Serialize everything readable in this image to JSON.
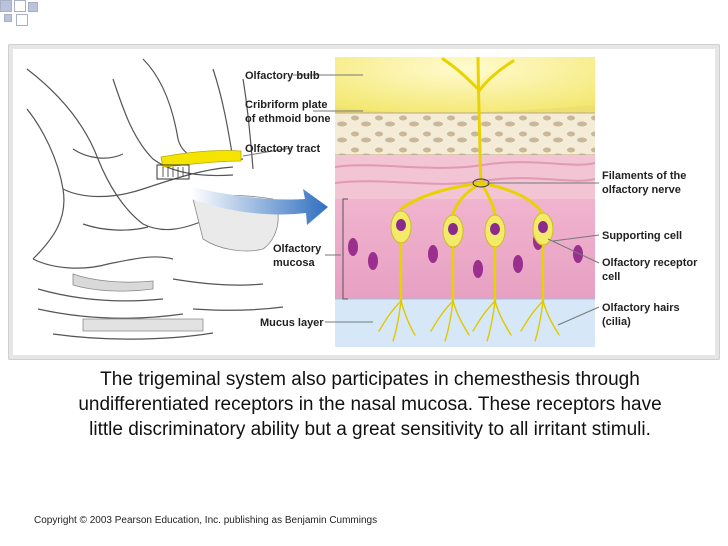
{
  "diagram": {
    "labels": {
      "olfactory_bulb": "Olfactory bulb",
      "cribriform_line1": "Cribriform plate",
      "cribriform_line2": "of ethmoid bone",
      "olfactory_tract": "Olfactory tract",
      "mucosa_line1": "Olfactory",
      "mucosa_line2": "mucosa",
      "mucus_layer": "Mucus layer",
      "filaments_line1": "Filaments of the",
      "filaments_line2": "olfactory nerve",
      "supporting_cell": "Supporting cell",
      "receptor_line1": "Olfactory receptor",
      "receptor_line2": "cell",
      "hairs_line1": "Olfactory hairs",
      "hairs_line2": "(cilia)"
    }
  },
  "caption": {
    "line1": "The trigeminal system also participates in chemesthesis through",
    "line2": "undifferentiated receptors in the nasal mucosa. These receptors have",
    "line3": "little discriminatory ability but a great sensitivity to all irritant stimuli."
  },
  "copyright": "Copyright © 2003 Pearson Education, Inc. publishing as Benjamin Cummings",
  "colors": {
    "bulb": "#f7ef8a",
    "nerve": "#e8d200",
    "mucosa": "#e8a7c6",
    "nucleus": "#8a2a8a",
    "mucus": "#cfe3f5",
    "arrow": "#2f6fc0",
    "frame": "#e6e6e6",
    "deco_squares": "#b9c3dc"
  }
}
